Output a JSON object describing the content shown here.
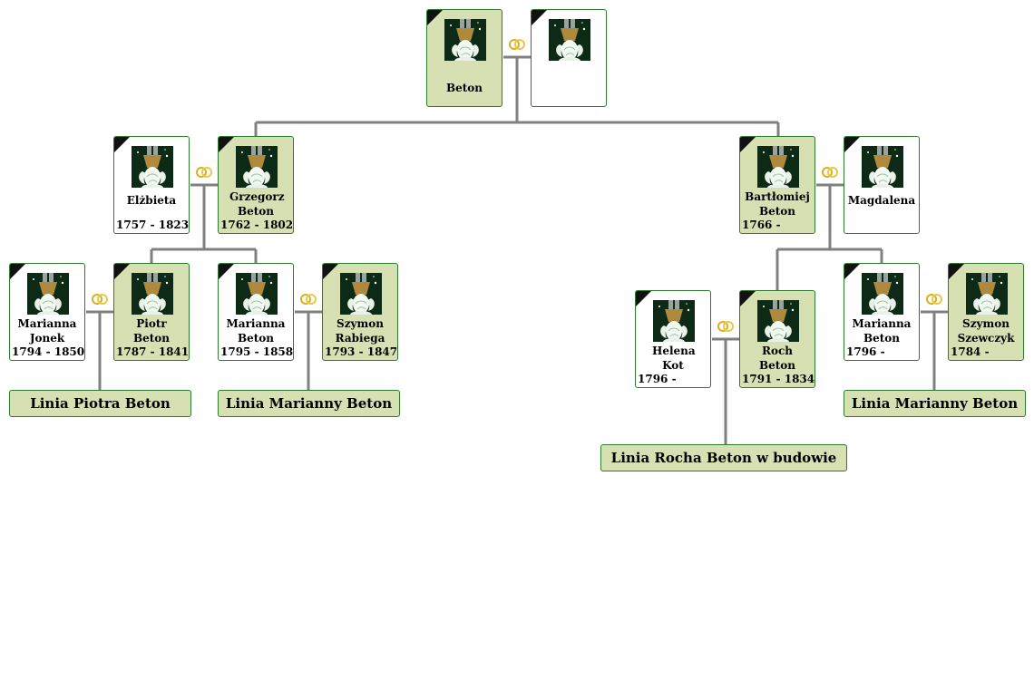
{
  "people": {
    "root_husband": {
      "name": "Beton",
      "dates": ""
    },
    "root_wife": {
      "name": "",
      "dates": ""
    },
    "elzbieta": {
      "name": "Elżbieta",
      "dates": "1757 - 1823"
    },
    "grzegorz": {
      "name": "Grzegorz Beton",
      "dates": "1762 - 1802"
    },
    "bartlomiej": {
      "name": "Bartłomiej Beton",
      "dates": "1766 -"
    },
    "magdalena": {
      "name": "Magdalena",
      "dates": ""
    },
    "marianna_jonek": {
      "name": "Marianna Jonek",
      "dates": "1794 - 1850"
    },
    "piotr": {
      "name": "Piotr Beton",
      "dates": "1787 - 1841"
    },
    "marianna_beton_1": {
      "name": "Marianna Beton",
      "dates": "1795 - 1858"
    },
    "szymon_rabiega": {
      "name": "Szymon Rabiega",
      "dates": "1793 - 1847"
    },
    "helena": {
      "name": "Helena Kot",
      "dates": "1796 -"
    },
    "roch": {
      "name": "Roch Beton",
      "dates": "1791 - 1834"
    },
    "marianna_beton_2": {
      "name": "Marianna Beton",
      "dates": "1796 -"
    },
    "szymon_szewczyk": {
      "name": "Szymon Szewczyk",
      "dates": "1784 -"
    }
  },
  "lineages": {
    "piotr": "Linia Piotra Beton",
    "marianna_1": "Linia Marianny Beton",
    "roch": "Linia Rocha Beton w budowie",
    "marianna_2": "Linia Marianny Beton"
  },
  "icons": {
    "photo": "person-placeholder-photo-icon",
    "marriage": "wedding-rings-icon",
    "deceased": "mourning-ribbon-icon"
  },
  "colors": {
    "card_green": "#d7e0b3",
    "card_border": "#2e7a2e",
    "connector": "#808080",
    "rings": "#d9b11d"
  }
}
